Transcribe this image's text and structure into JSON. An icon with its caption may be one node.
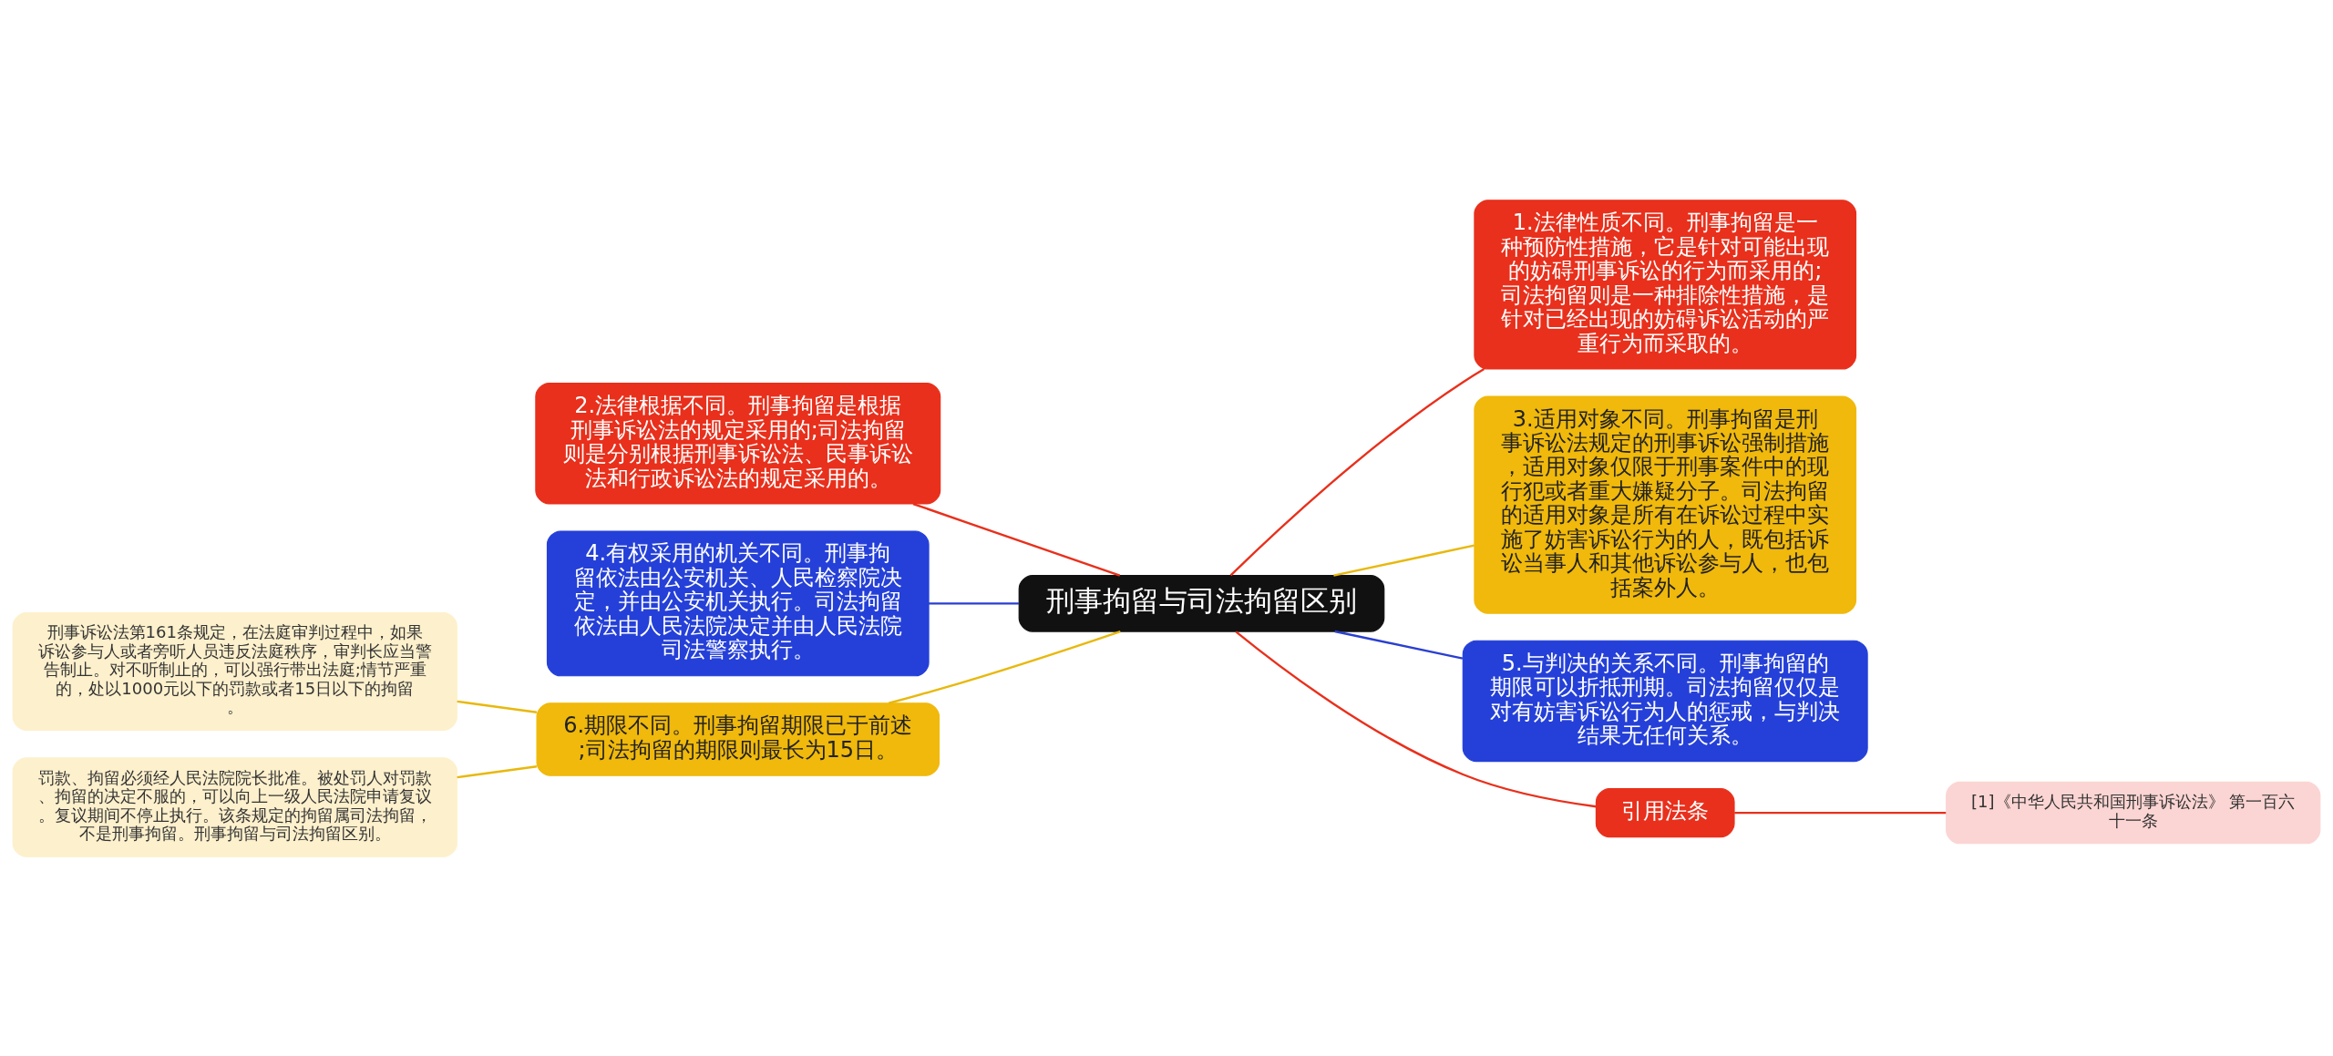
{
  "diagram": {
    "nodes": [
      {
        "text": [
          "刑事拘留与司法拘留区别"
        ]
      },
      {
        "text": [
          "1.法律性质不同。刑事拘留是一种预防性措施，它是针对可能出现的妨碍刑事诉讼的行为而采用的;司法拘留则是一种排除性措施，是针对已经出现的妨碍诉讼活动的严重行为而采取的。"
        ]
      },
      {
        "text": [
          "2.法律根据不同。刑事拘留是根据刑事诉讼法的规定采用的;司法拘留则是分别根据刑事诉讼法、民事诉讼法和行政诉讼法的规定采用的。"
        ]
      },
      {
        "text": [
          "3.适用对象不同。刑事拘留是刑事诉讼法规定的刑事诉讼强制措施，适用对象仅限于刑事案件中的现行犯或者重大嫌疑分子。司法拘留的适用对象是所有在诉讼过程中实施了妨害诉讼行为的人，既包括诉讼当事人和其他诉讼参与人，也包括案外人。"
        ]
      },
      {
        "text": [
          "4.有权采用的机关不同。刑事拘留依法由公安机关、人民检察院决定，并由公安机关执行。司法拘留依法由人民法院决定并由人民法院司法警察执行。"
        ]
      },
      {
        "text": [
          "5.与判决的关系不同。刑事拘留的期限可以折抵刑期。司法拘留仅仅是对有妨害诉讼行为人的惩戒，与判决结果无任何关系。"
        ]
      },
      {
        "text": [
          "6.期限不同。刑事拘留期限已于前述;司法拘留的期限则最长为15日。"
        ]
      },
      {
        "text": [
          "刑事诉讼法第161条规定，在法庭审判过程中，如果诉讼参与人或者旁听人员违反法庭秩序，审判长应当警告制止。对不听制止的，可以强行带出法庭;情节严重的，处以1000元以下的罚款或者15日以下的拘留。"
        ]
      },
      {
        "text": [
          "罚款、拘留必须经人民法院院长批准。被处罚人对罚款、拘留的决定不服的，可以向上一级人民法院申请复议。复议期间不停止执行。该条规定的拘留属司法拘留，不是刑事拘留。刑事拘留与司法拘留区别。"
        ]
      },
      {
        "text": [
          "引用法条"
        ]
      },
      {
        "text": [
          "[1]《中华人民共和国刑事诉讼法》 第一百六十一条"
        ]
      }
    ],
    "edges": [
      {
        "from": 0,
        "to": 1,
        "arrow": "none"
      },
      {
        "from": 0,
        "to": 2,
        "arrow": "none"
      },
      {
        "from": 0,
        "to": 3,
        "arrow": "none",
        "color": "#e8b80c"
      },
      {
        "from": 0,
        "to": 4,
        "arrow": "none",
        "color": "#2a3fd0"
      },
      {
        "from": 0,
        "to": 5,
        "arrow": "none",
        "color": "#2a3fd0"
      },
      {
        "from": 0,
        "to": 6,
        "arrow": "none",
        "color": "#e8b80c"
      },
      {
        "from": 0,
        "to": 9,
        "arrow": "none"
      },
      {
        "from": 6,
        "to": 7,
        "arrow": "none",
        "color": "#e8b80c"
      },
      {
        "from": 6,
        "to": 8,
        "arrow": "none",
        "color": "#e8b80c"
      },
      {
        "from": 9,
        "to": 10,
        "arrow": "none"
      }
    ]
  }
}
